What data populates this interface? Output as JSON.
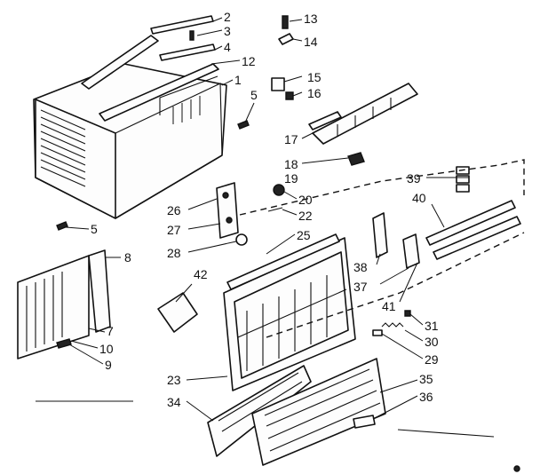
{
  "diagram": {
    "type": "exploded-parts-diagram",
    "callouts": [
      {
        "id": "p2",
        "label": "2"
      },
      {
        "id": "p3",
        "label": "3"
      },
      {
        "id": "p4",
        "label": "4"
      },
      {
        "id": "p12",
        "label": "12"
      },
      {
        "id": "p1",
        "label": "1"
      },
      {
        "id": "p5a",
        "label": "5"
      },
      {
        "id": "p13",
        "label": "13"
      },
      {
        "id": "p14",
        "label": "14"
      },
      {
        "id": "p15",
        "label": "15"
      },
      {
        "id": "p16",
        "label": "16"
      },
      {
        "id": "p17",
        "label": "17"
      },
      {
        "id": "p18",
        "label": "18"
      },
      {
        "id": "p19",
        "label": "19"
      },
      {
        "id": "p20",
        "label": "20"
      },
      {
        "id": "p22",
        "label": "22"
      },
      {
        "id": "p26",
        "label": "26"
      },
      {
        "id": "p27",
        "label": "27"
      },
      {
        "id": "p28",
        "label": "28"
      },
      {
        "id": "p25",
        "label": "25"
      },
      {
        "id": "p5b",
        "label": "5"
      },
      {
        "id": "p8",
        "label": "8"
      },
      {
        "id": "p7",
        "label": "7"
      },
      {
        "id": "p10",
        "label": "10"
      },
      {
        "id": "p9",
        "label": "9"
      },
      {
        "id": "p42",
        "label": "42"
      },
      {
        "id": "p39",
        "label": "39"
      },
      {
        "id": "p40",
        "label": "40"
      },
      {
        "id": "p38",
        "label": "38"
      },
      {
        "id": "p37",
        "label": "37"
      },
      {
        "id": "p41",
        "label": "41"
      },
      {
        "id": "p31",
        "label": "31"
      },
      {
        "id": "p30",
        "label": "30"
      },
      {
        "id": "p29",
        "label": "29"
      },
      {
        "id": "p23",
        "label": "23"
      },
      {
        "id": "p35",
        "label": "35"
      },
      {
        "id": "p34",
        "label": "34"
      },
      {
        "id": "p36",
        "label": "36"
      }
    ]
  }
}
